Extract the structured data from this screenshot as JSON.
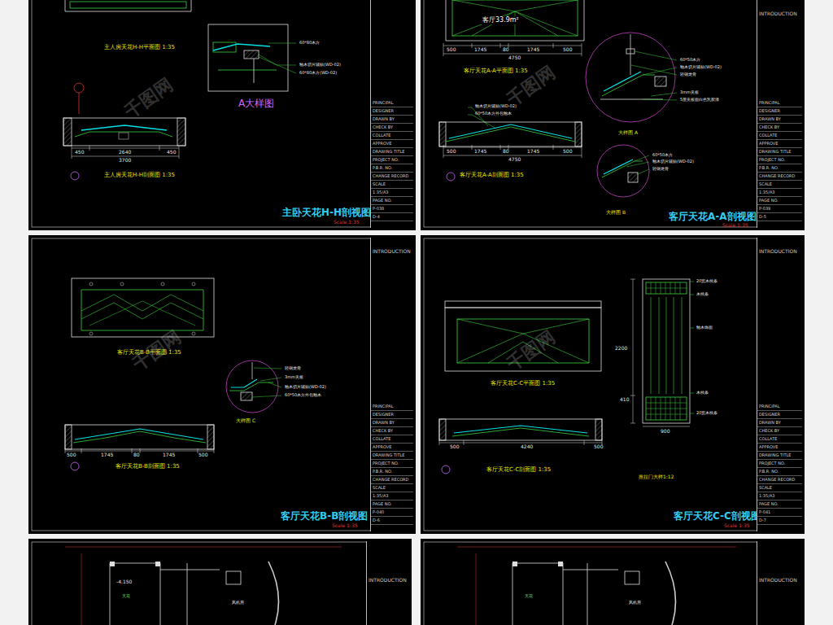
{
  "diagram": {
    "nodes": [
      {
        "text": [
          "PRINCIPAL",
          "DESIGNER",
          "DRAWN BY",
          "CHECK BY",
          "COLLATE",
          "APPROVE",
          "DRAWING TITLE",
          "PROJECT NO.",
          "P.B.R. NO.",
          "CHANGE RECORD",
          "SCALE",
          "1:35/A3",
          "PAGE NO.",
          "P-038",
          "D-4"
        ]
      },
      {
        "text": [
          "INTRODUCTION",
          "PRINCIPAL",
          "DESIGNER",
          "DRAWN BY",
          "CHECK BY",
          "COLLATE",
          "APPROVE",
          "DRAWING TITLE",
          "PROJECT NO.",
          "P.B.R. NO.",
          "CHANGE RECORD",
          "SCALE",
          "1:35/A3",
          "PAGE NO.",
          "P-039",
          "D-5"
        ]
      },
      {
        "text": [
          "INTRODUCTION",
          "PRINCIPAL",
          "DESIGNER",
          "DRAWN BY",
          "CHECK BY",
          "COLLATE",
          "APPROVE",
          "DRAWING TITLE",
          "PROJECT NO.",
          "P.B.R. NO.",
          "CHANGE RECORD",
          "SCALE",
          "1:35/A3",
          "PAGE NO.",
          "P-040",
          "D-6"
        ]
      },
      {
        "text": [
          "INTRODUCTION",
          "PRINCIPAL",
          "DESIGNER",
          "DRAWN BY",
          "CHECK BY",
          "COLLATE",
          "APPROVE",
          "DRAWING TITLE",
          "PROJECT NO.",
          "P.B.R. NO.",
          "CHANGE RECORD",
          "SCALE",
          "1:35/A3",
          "PAGE NO.",
          "P-041",
          "D-7"
        ]
      },
      {
        "text": [
          "INTRODUCTION"
        ]
      },
      {
        "text": [
          "INTRODUCTION"
        ]
      }
    ],
    "labels": [
      "主人房天花H-H平面图 1:35",
      "60*80木方",
      "釉木切片辅贴(WD-02)",
      "60*80木方(WD-02)",
      "A大样图",
      "450",
      "2640",
      "450",
      "3700",
      "主人房天花H-H剖面图 1:35",
      "主卧天花H-H剖视图",
      "Scale 1:35",
      "客厅33.9m²",
      "500",
      "1745",
      "80",
      "1745",
      "500",
      "4750",
      "客厅天花A-A平面图 1:35",
      "60*50木方",
      "釉木切片辅贴(WD-02)",
      "轻钢龙骨",
      "3mm夹板",
      "5厘夹板面白色乳胶漆",
      "大样图 A",
      "釉木切片辅贴(WD-02)",
      "60*50木方外包釉木",
      "500",
      "1745",
      "80",
      "1745",
      "500",
      "4750",
      "客厅天花A-A剖面图 1:35",
      "60*50木方",
      "釉木切片辅贴(WD-02)",
      "轻钢龙骨",
      "大样图 B",
      "客厅天花A-A剖视图",
      "Scale 1:35",
      "客厅天花B-B平面图 1:35",
      "轻钢龙骨",
      "3mm夹板",
      "釉木切片辅贴(WD-02)",
      "60*50木方外包釉木",
      "大样图 C",
      "500",
      "1745",
      "80",
      "1745",
      "500",
      "客厅天花B-B剖面图 1:35",
      "客厅天花B-B剖视图",
      "Scale 1:35",
      "客厅天花C-C平面图 1:35",
      "500",
      "4240",
      "500",
      "客厅天花C-C剖面图 1:35",
      "20宽木线条",
      "木线条",
      "釉木饰面",
      "木线条",
      "20宽木线条",
      "2200",
      "410",
      "900",
      "推拉门大样1:12",
      "客厅天花C-C剖视图",
      "Scale 1:35",
      "-4.150",
      "天花",
      "天花",
      "风机房",
      "风机房",
      "千图网",
      "千图网",
      "千图网",
      "千图网"
    ]
  }
}
